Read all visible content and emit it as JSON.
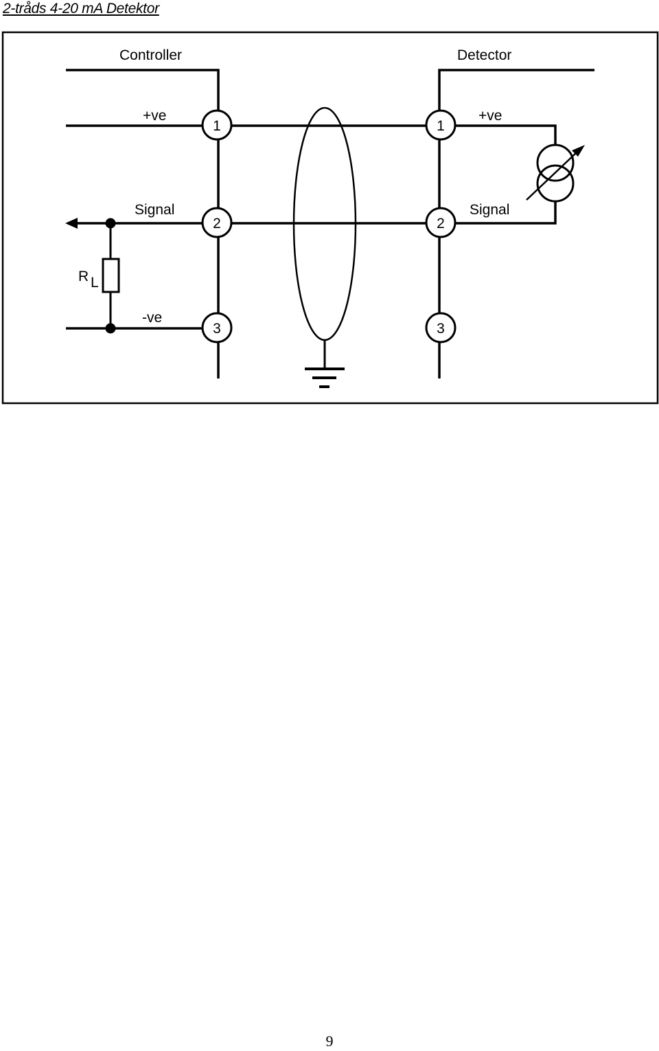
{
  "heading": "2-tråds 4-20 mA Detektor",
  "diagram": {
    "controller_label": "Controller",
    "detector_label": "Detector",
    "controller_plus": "+ve",
    "controller_signal": "Signal",
    "controller_minus": "-ve",
    "detector_plus": "+ve",
    "detector_signal": "Signal",
    "resistor_label": "R",
    "resistor_subscript": "L",
    "terminals": {
      "t1": "1",
      "t2": "2",
      "t3": "3"
    }
  },
  "page_number": "9"
}
